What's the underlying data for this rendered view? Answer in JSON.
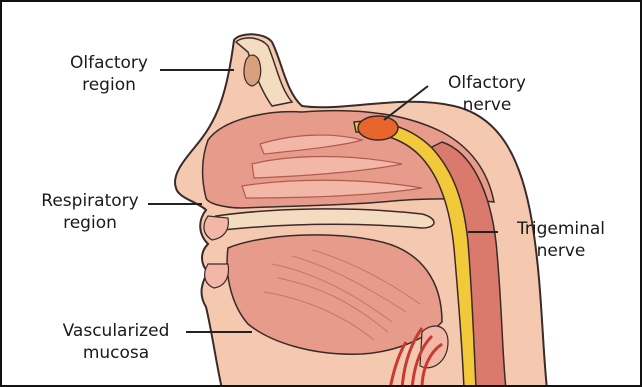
{
  "labels": {
    "olfactory_region": "Olfactory\nregion",
    "olfactory_nerve": "Olfactory\nnerve",
    "respiratory_region": "Respiratory\nregion",
    "trigeminal_nerve": "Trigeminal\nnerve",
    "vascularized_mucosa": "Vascularized\nmucosa"
  },
  "colors": {
    "skin": "#f4c9b0",
    "skin_dark": "#e8a98f",
    "tissue": "#e79b8b",
    "tissue_dark": "#d97a6d",
    "tissue_light": "#f2b7a6",
    "bone": "#f4dcc0",
    "nerve_yellow": "#f3c93c",
    "bulb_orange": "#e8662c",
    "vessel_red": "#c83a2f",
    "outline": "#3a2a28",
    "leader": "#222222"
  }
}
